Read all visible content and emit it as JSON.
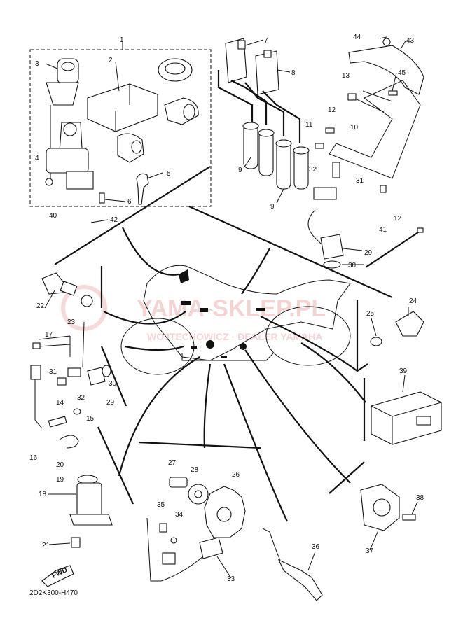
{
  "diagram_code": "2D2K300-H470",
  "fwd_label": "FWD",
  "watermark": {
    "main": "YAMA-SKLEP.PL",
    "sub": "WOJTECHOWICZ · DEALER YAMAHA"
  },
  "callouts": [
    {
      "id": "c1",
      "text": "1"
    },
    {
      "id": "c2",
      "text": "2"
    },
    {
      "id": "c3",
      "text": "3"
    },
    {
      "id": "c4",
      "text": "4"
    },
    {
      "id": "c5",
      "text": "5"
    },
    {
      "id": "c6",
      "text": "6"
    },
    {
      "id": "c7",
      "text": "7"
    },
    {
      "id": "c8",
      "text": "8"
    },
    {
      "id": "c9a",
      "text": "9"
    },
    {
      "id": "c9b",
      "text": "9"
    },
    {
      "id": "c10",
      "text": "10"
    },
    {
      "id": "c11",
      "text": "11"
    },
    {
      "id": "c12a",
      "text": "12"
    },
    {
      "id": "c12b",
      "text": "12"
    },
    {
      "id": "c13",
      "text": "13"
    },
    {
      "id": "c14",
      "text": "14"
    },
    {
      "id": "c15",
      "text": "15"
    },
    {
      "id": "c16",
      "text": "16"
    },
    {
      "id": "c17",
      "text": "17"
    },
    {
      "id": "c18",
      "text": "18"
    },
    {
      "id": "c19",
      "text": "19"
    },
    {
      "id": "c20",
      "text": "20"
    },
    {
      "id": "c21",
      "text": "21"
    },
    {
      "id": "c22",
      "text": "22"
    },
    {
      "id": "c23",
      "text": "23"
    },
    {
      "id": "c24",
      "text": "24"
    },
    {
      "id": "c25",
      "text": "25"
    },
    {
      "id": "c26",
      "text": "26"
    },
    {
      "id": "c27",
      "text": "27"
    },
    {
      "id": "c28",
      "text": "28"
    },
    {
      "id": "c29a",
      "text": "29"
    },
    {
      "id": "c29b",
      "text": "29"
    },
    {
      "id": "c30a",
      "text": "30"
    },
    {
      "id": "c30b",
      "text": "30"
    },
    {
      "id": "c31a",
      "text": "31"
    },
    {
      "id": "c31b",
      "text": "31"
    },
    {
      "id": "c32a",
      "text": "32"
    },
    {
      "id": "c32b",
      "text": "32"
    },
    {
      "id": "c33",
      "text": "33"
    },
    {
      "id": "c34",
      "text": "34"
    },
    {
      "id": "c35",
      "text": "35"
    },
    {
      "id": "c36",
      "text": "36"
    },
    {
      "id": "c37",
      "text": "37"
    },
    {
      "id": "c38",
      "text": "38"
    },
    {
      "id": "c39",
      "text": "39"
    },
    {
      "id": "c40",
      "text": "40"
    },
    {
      "id": "c41",
      "text": "41"
    },
    {
      "id": "c42",
      "text": "42"
    },
    {
      "id": "c43",
      "text": "43"
    },
    {
      "id": "c44",
      "text": "44"
    },
    {
      "id": "c45",
      "text": "45"
    }
  ]
}
